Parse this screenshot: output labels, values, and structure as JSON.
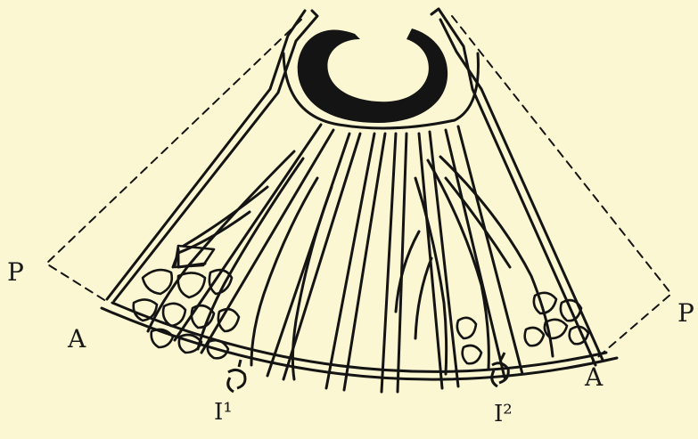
{
  "labels": {
    "p_left": "P",
    "p_right": "P",
    "a_left": "A",
    "a_right": "A",
    "i1": "I¹",
    "i2": "I²"
  },
  "colors": {
    "background": "#fbf7d2",
    "ink": "#141414"
  }
}
